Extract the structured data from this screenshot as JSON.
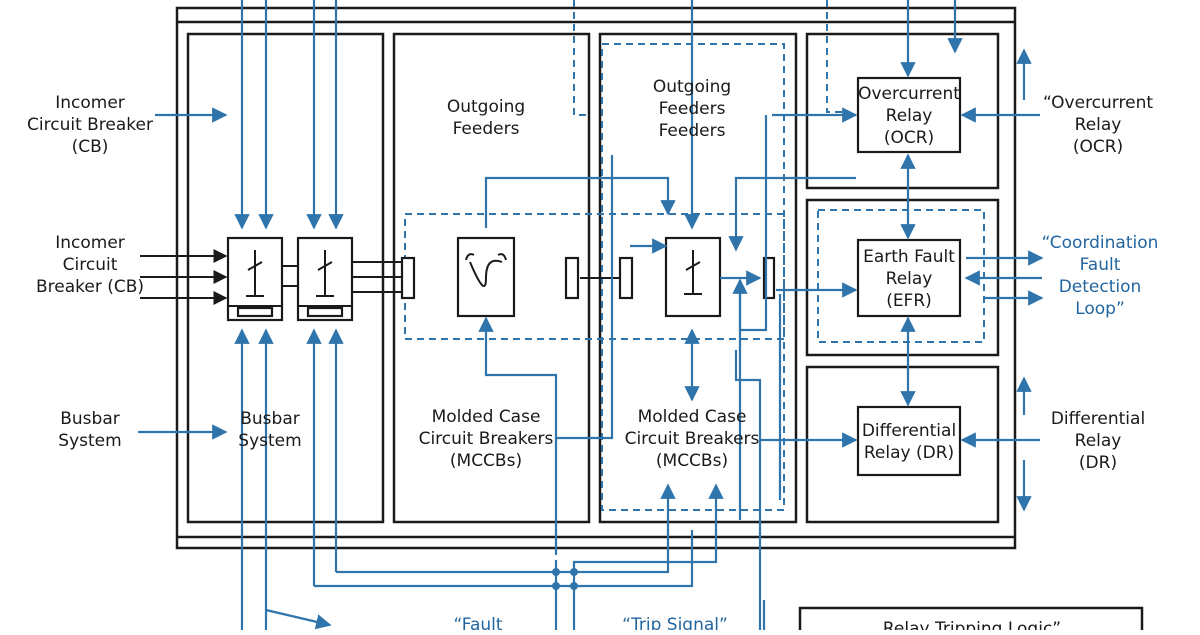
{
  "labels": {
    "incomer_top": [
      "Incomer",
      "Circuit Breaker",
      "(CB)"
    ],
    "incomer_mid": [
      "Incomer",
      "Circuit",
      "Breaker (CB)"
    ],
    "busbar_left": [
      "Busbar",
      "System"
    ],
    "busbar_inner": [
      "Busbar",
      "System"
    ],
    "outgoing_left": [
      "Outgoing",
      "Feeders"
    ],
    "outgoing_right": [
      "Outgoing",
      "Feeders",
      "Feeders"
    ],
    "mccb_left": [
      "Molded Case",
      "Circuit Breakers",
      "(MCCBs)"
    ],
    "mccb_right": [
      "Molded Case",
      "Circuit Breakers",
      "(MCCBs)"
    ],
    "ocr_box": [
      "Overcurrent",
      "Relay",
      "(OCR)"
    ],
    "efr_box": [
      "Earth Fault",
      "Relay",
      "(EFR)"
    ],
    "dr_box": [
      "Differential",
      "Relay (DR)"
    ],
    "ocr_side": [
      "“Overcurrent",
      "Relay",
      "(OCR)"
    ],
    "coord_side": [
      "“Coordination",
      "Fault",
      "Detection",
      "Loop”"
    ],
    "dr_side": [
      "Differential",
      "Relay",
      "(DR)"
    ],
    "fault_bottom": "“Fault",
    "trip_bottom": "“Trip Signal”",
    "logic_bottom": "Relay Tripping Logic”"
  },
  "colors": {
    "line": "#1a1a1a",
    "signal": "#2f74ab",
    "signal_text": "#2266a0"
  }
}
